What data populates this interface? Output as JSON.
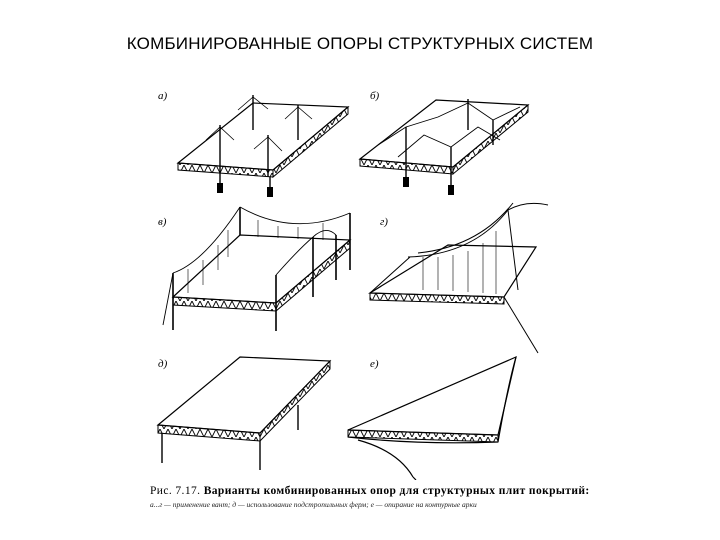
{
  "slide": {
    "title": "КОМБИНИРОВАННЫЕ ОПОРЫ СТРУКТУРНЫХ СИСТЕМ"
  },
  "figure": {
    "panels": [
      {
        "label": "а)"
      },
      {
        "label": "б)"
      },
      {
        "label": "в)"
      },
      {
        "label": "г)"
      },
      {
        "label": "д)"
      },
      {
        "label": "е)"
      }
    ],
    "caption": {
      "fig_label": "Рис. 7.17.",
      "title": "Варианты комбинированных опор для структурных плит покрытий:",
      "detail": "а...г — применение вант; д — использование подстропильных ферм; е — опирание на контурные арки"
    }
  }
}
